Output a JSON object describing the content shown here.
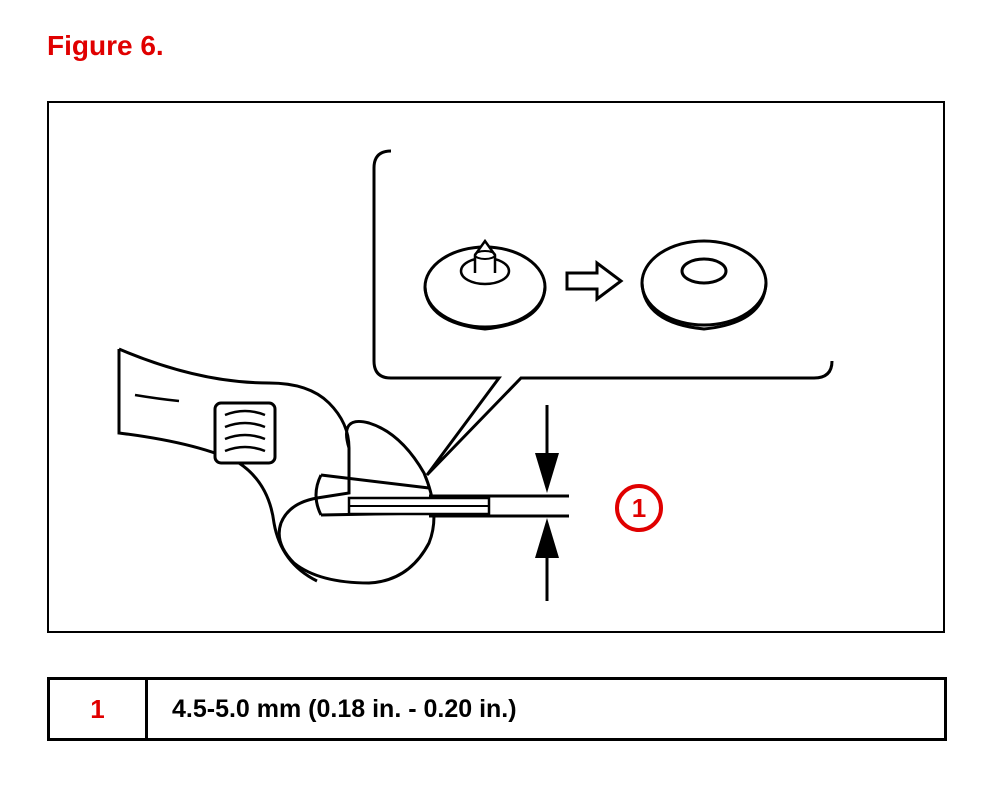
{
  "figure": {
    "title": "Figure 6.",
    "title_color": "#e00000",
    "callout_number": "1",
    "callout_color": "#e00000"
  },
  "legend": {
    "rows": [
      {
        "number": "1",
        "description": "4.5-5.0 mm (0.18 in.  - 0.20 in.)"
      }
    ]
  }
}
